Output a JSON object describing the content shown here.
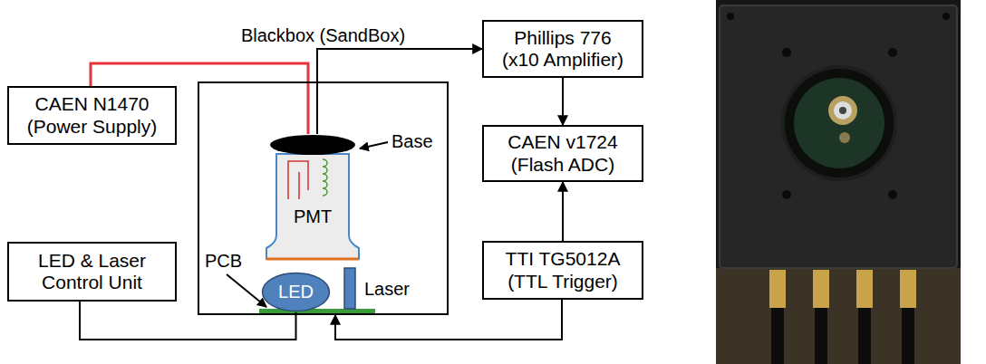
{
  "diagram": {
    "nodes": [
      {
        "text": [
          "CAEN N1470 (Power Supply)"
        ]
      },
      {
        "text": [
          "Blackbox (SandBox)"
        ]
      },
      {
        "text": [
          "PMT"
        ],
        "in": 1
      },
      {
        "text": [
          "LED"
        ],
        "in": 1
      },
      {
        "text": [
          "Phillips 776 (x10 Amplifier)"
        ]
      },
      {
        "text": [
          "CAEN v1724 (Flash ADC)"
        ]
      },
      {
        "text": [
          "LED & Laser Control Unit"
        ]
      },
      {
        "text": [
          "TTI TG5012A (TTL Trigger)"
        ]
      }
    ],
    "edges": [
      {
        "from": 0,
        "to": 2,
        "arrow": "none"
      },
      {
        "from": 2,
        "to": 4,
        "arrow": "to"
      },
      {
        "from": 4,
        "to": 5,
        "arrow": "to"
      },
      {
        "from": 7,
        "to": 5,
        "arrow": "to"
      },
      {
        "from": 7,
        "to": 1,
        "arrow": "to"
      },
      {
        "from": 6,
        "to": 3,
        "arrow": "none"
      }
    ],
    "labels": [
      "Base",
      "PCB",
      "Laser"
    ]
  }
}
